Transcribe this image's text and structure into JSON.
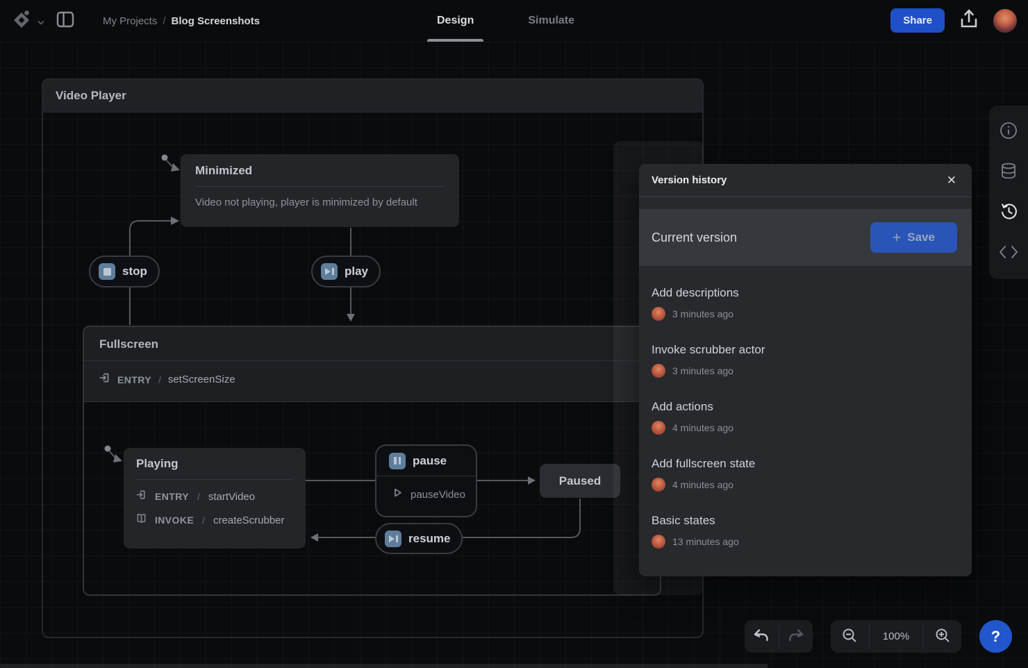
{
  "topbar": {
    "breadcrumb": {
      "section": "My Projects",
      "sep": "/",
      "page": "Blog Screenshots"
    },
    "tabs": [
      {
        "label": "Design",
        "active": true
      },
      {
        "label": "Simulate",
        "active": false
      }
    ],
    "share_label": "Share"
  },
  "machine": {
    "title": "Video Player",
    "states": {
      "minimized": {
        "title": "Minimized",
        "description": "Video not playing, player is minimized by default"
      },
      "fullscreen": {
        "title": "Fullscreen",
        "entry_keyword": "ENTRY",
        "entry_sep": "/",
        "entry_action": "setScreenSize"
      },
      "playing": {
        "title": "Playing",
        "entry_keyword": "ENTRY",
        "entry_sep": "/",
        "entry_action": "startVideo",
        "invoke_keyword": "INVOKE",
        "invoke_sep": "/",
        "invoke_action": "createScrubber"
      },
      "paused": {
        "title": "Paused"
      }
    },
    "events": {
      "stop": {
        "label": "stop"
      },
      "play": {
        "label": "play"
      },
      "pause": {
        "label": "pause",
        "action": "pauseVideo"
      },
      "resume": {
        "label": "resume"
      }
    }
  },
  "version_panel": {
    "title": "Version history",
    "close_glyph": "✕",
    "current_version_label": "Current version",
    "save_plus": "+",
    "save_label": "Save",
    "versions": [
      {
        "title": "Add descriptions",
        "time": "3 minutes ago"
      },
      {
        "title": "Invoke scrubber actor",
        "time": "3 minutes ago"
      },
      {
        "title": "Add actions",
        "time": "4 minutes ago"
      },
      {
        "title": "Add fullscreen state",
        "time": "4 minutes ago"
      },
      {
        "title": "Basic states",
        "time": "13 minutes ago"
      }
    ]
  },
  "controls": {
    "zoom_level": "100%",
    "help_glyph": "?"
  },
  "colors": {
    "accent_blue": "#2156cc",
    "save_blue": "#2a55b8",
    "event_icon_blue": "#5e7e9c",
    "avatar_orange": "#c05c42",
    "canvas_bg": "#0a0b0d"
  }
}
